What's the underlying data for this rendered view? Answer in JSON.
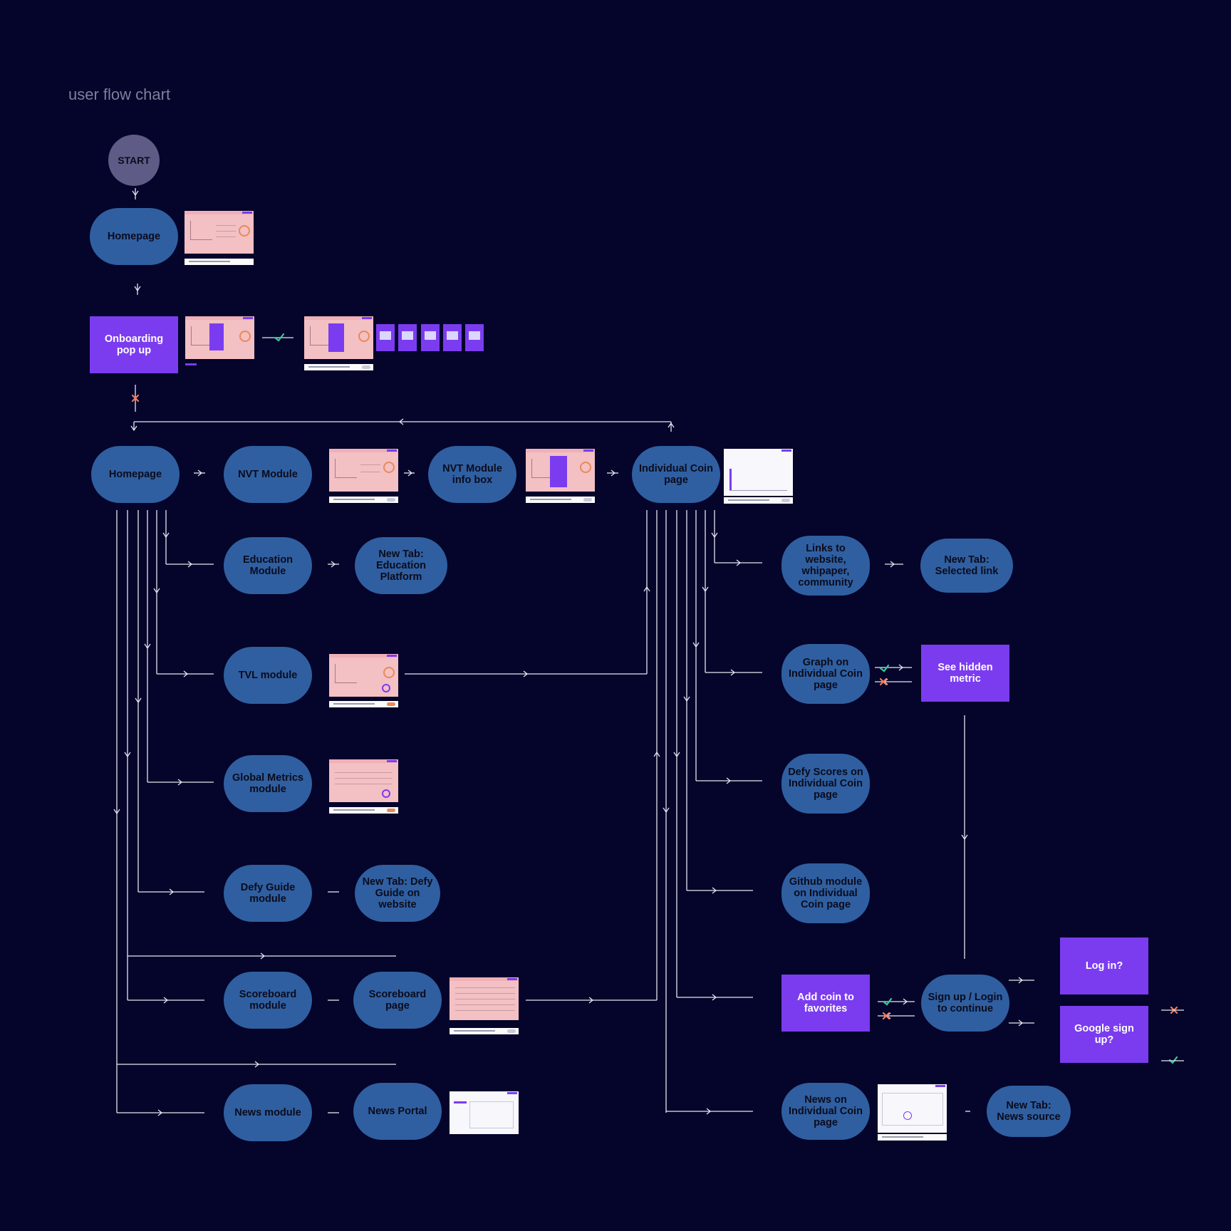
{
  "title": "user flow chart",
  "start": "START",
  "nodes": {
    "homepage_top": "Homepage",
    "onboarding": "Onboarding pop up",
    "homepage": "Homepage",
    "nvt_module": "NVT Module",
    "nvt_info": "NVT Module info box",
    "coin_page": "Individual Coin page",
    "education": "Education Module",
    "edu_platform": "New Tab: Education Platform",
    "tvl": "TVL module",
    "global": "Global Metrics module",
    "defy_guide": "Defy Guide module",
    "defy_guide_web": "New Tab: Defy Guide on website",
    "scoreboard": "Scoreboard module",
    "scoreboard_page": "Scoreboard page",
    "news_module": "News module",
    "news_portal": "News Portal",
    "links": "Links to website, whipaper, community",
    "selected_link": "New Tab: Selected link",
    "graph": "Graph on Individual Coin page",
    "hidden_metric": "See hidden metric",
    "defy_scores": "Defy Scores on Individual Coin page",
    "github": "Github module on Individual Coin page",
    "add_fav": "Add coin to favorites",
    "signup": "Sign up / Login to continue",
    "login": "Log in?",
    "google": "Google sign up?",
    "news_coin": "News on Individual Coin page",
    "news_source": "New Tab: News source"
  },
  "colors": {
    "background": "#05042a",
    "pill": "#2f5fa0",
    "box": "#7b3cf0",
    "start": "#5e5c86",
    "line": "#e6e6f0",
    "check": "#38c99a",
    "cross": "#f07a5a"
  }
}
